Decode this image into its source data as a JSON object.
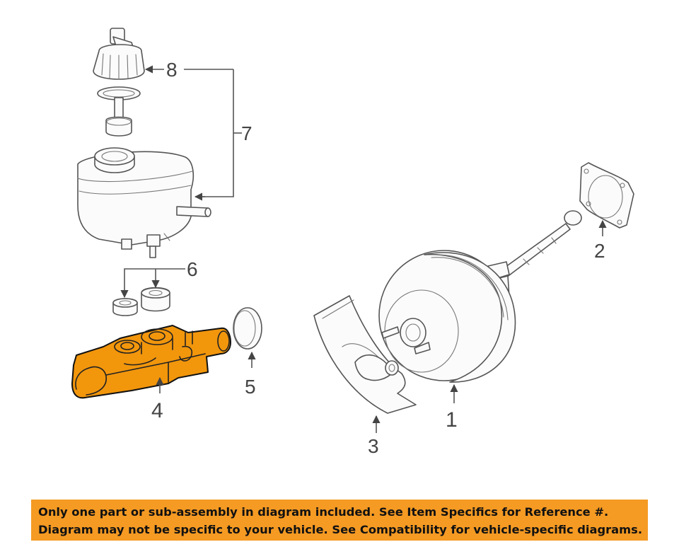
{
  "diagram": {
    "callouts": {
      "c1": "1",
      "c2": "2",
      "c3": "3",
      "c4": "4",
      "c5": "5",
      "c6": "6",
      "c7": "7",
      "c8": "8"
    },
    "highlight_color": "#f2960c",
    "line_color": "#555555"
  },
  "notice": {
    "line1": "Only one part or sub-assembly in diagram included. See Item Specifics for Reference #.",
    "line2": "Diagram may not be specific to your vehicle. See Compatibility for vehicle-specific diagrams.",
    "background": "#f59a23"
  }
}
